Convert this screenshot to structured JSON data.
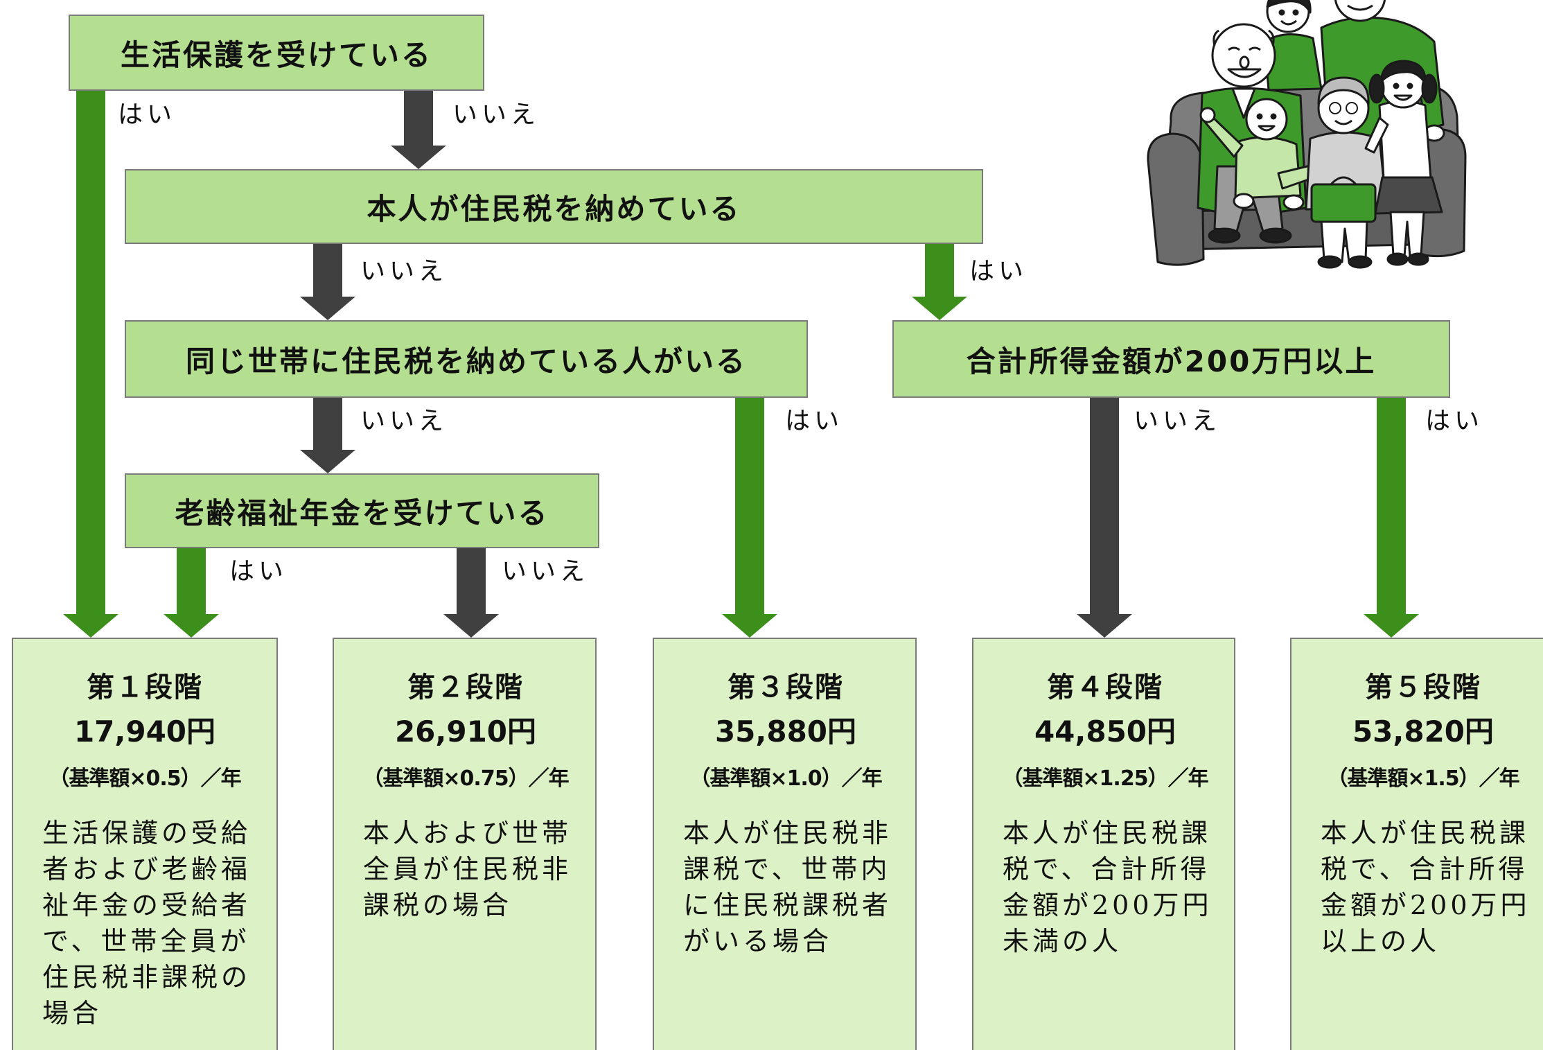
{
  "colors": {
    "decision_fill": "#b5df90",
    "result_fill": "#dcf2c6",
    "border": "#7a7a7a",
    "yes_arrow": "#3d8f1c",
    "no_arrow": "#404040",
    "text": "#111111"
  },
  "decisions": {
    "welfare": "生活保護を受けている",
    "self_tax": "本人が住民税を納めている",
    "household_tax": "同じ世帯に住民税を納めている人がいる",
    "income": "合計所得金額が200万円以上",
    "pension": "老齢福祉年金を受けている"
  },
  "labels": {
    "yes": "はい",
    "no": "いいえ"
  },
  "stages": [
    {
      "title": "第１段階",
      "amount": "17,940円",
      "formula": "（基準額×0.5）／年",
      "description": [
        "生活保護の受給",
        "者および老齢福",
        "祉年金の受給者",
        "で、世帯全員が",
        "住民税非課税の",
        "場合"
      ]
    },
    {
      "title": "第２段階",
      "amount": "26,910円",
      "formula": "（基準額×0.75）／年",
      "description": [
        "本人および世帯",
        "全員が住民税非",
        "課税の場合"
      ]
    },
    {
      "title": "第３段階",
      "amount": "35,880円",
      "formula": "（基準額×1.0）／年",
      "description": [
        "本人が住民税非",
        "課税で、世帯内",
        "に住民税課税者",
        "がいる場合"
      ]
    },
    {
      "title": "第４段階",
      "amount": "44,850円",
      "formula": "（基準額×1.25）／年",
      "description": [
        "本人が住民税課",
        "税で、合計所得",
        "金額が200万円",
        "未満の人"
      ]
    },
    {
      "title": "第５段階",
      "amount": "53,820円",
      "formula": "（基準額×1.5）／年",
      "description": [
        "本人が住民税課",
        "税で、合計所得",
        "金額が200万円",
        "以上の人"
      ]
    }
  ]
}
